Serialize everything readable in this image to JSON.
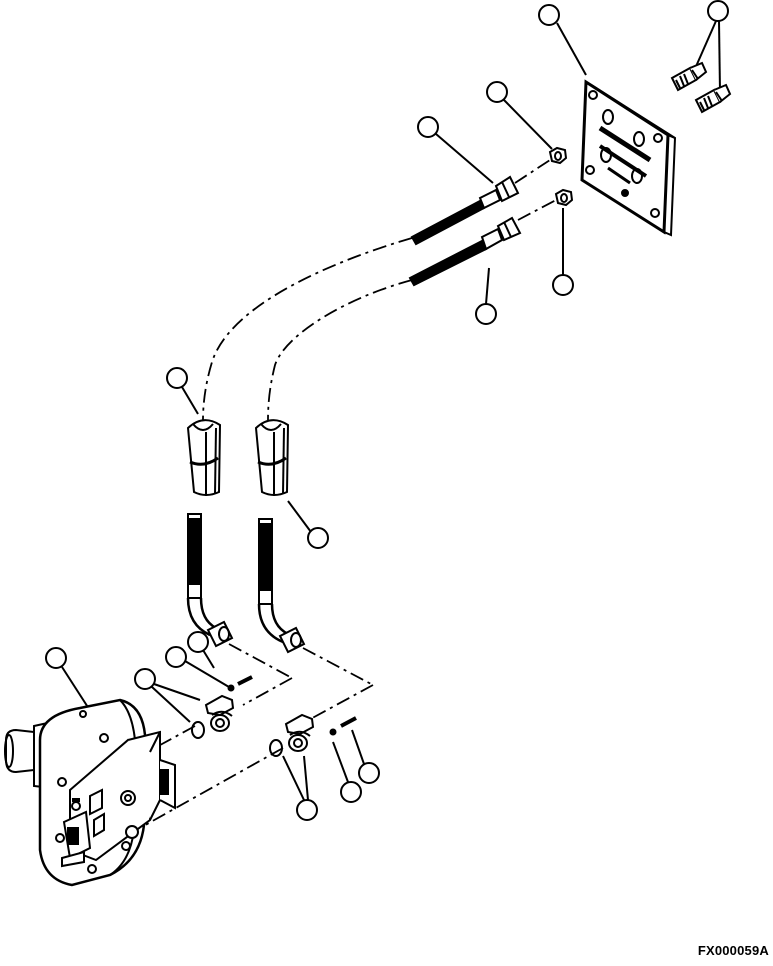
{
  "figure_code": "FX000059A",
  "colors": {
    "ink": "#000000",
    "paper": "#ffffff",
    "shade": "#c8c8c8"
  },
  "callouts": [
    "plate-callout",
    "fittings-callout",
    "upper-hose-callout",
    "upper-nut-callout",
    "lower-nut-callout",
    "lower-hose-callout",
    "left-guard-callout",
    "right-guard-callout",
    "motor-callout",
    "bolt-callout",
    "flange-callout",
    "oring-callout",
    "right-oring-callout",
    "right-washer-callout",
    "right-bolt-callout"
  ]
}
